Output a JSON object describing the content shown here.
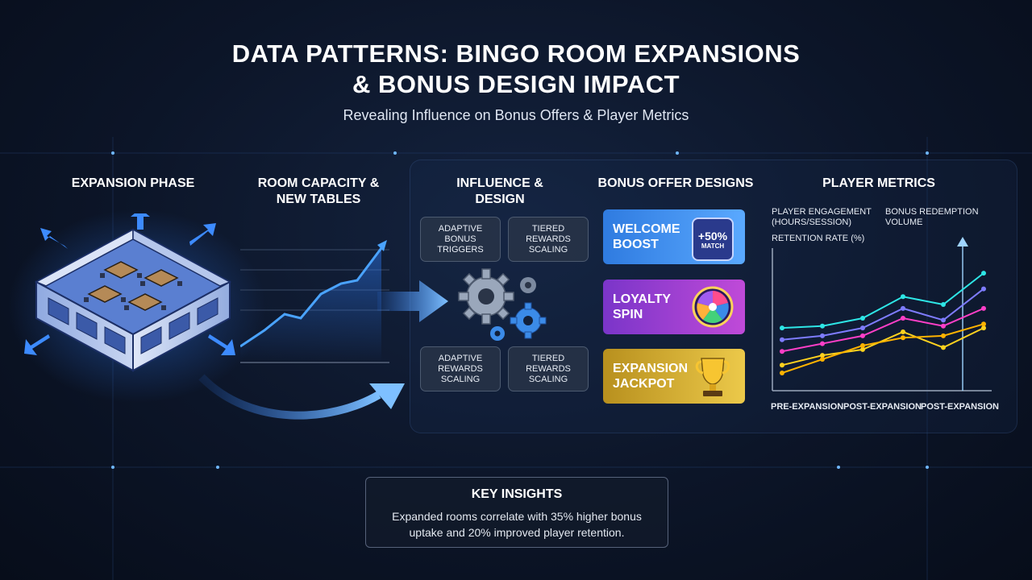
{
  "header": {
    "title_line1": "DATA PATTERNS: BINGO ROOM EXPANSIONS",
    "title_line2": "& BONUS DESIGN IMPACT",
    "subtitle": "Revealing Influence on Bonus Offers & Player Metrics"
  },
  "columns": {
    "expansion": "EXPANSION PHASE",
    "capacity_line1": "ROOM CAPACITY &",
    "capacity_line2": "NEW TABLES",
    "influence_line1": "INFLUENCE &",
    "influence_line2": "DESIGN",
    "bonus": "BONUS OFFER DESIGNS",
    "metrics": "PLAYER METRICS"
  },
  "influence_chips": [
    {
      "line1": "ADAPTIVE",
      "line2": "BONUS",
      "line3": "TRIGGERS"
    },
    {
      "line1": "TIERED",
      "line2": "REWARDS",
      "line3": "SCALING"
    },
    {
      "line1": "ADAPTIVE",
      "line2": "REWARDS",
      "line3": "SCALING"
    },
    {
      "line1": "TIERED",
      "line2": "REWARDS",
      "line3": "SCALING"
    }
  ],
  "bonus_cards": [
    {
      "line1": "WELCOME",
      "line2": "BOOST",
      "badge_value": "+50%",
      "badge_sub": "MATCH",
      "icon": "badge-icon",
      "color": "#2f7be0"
    },
    {
      "line1": "LOYALTY",
      "line2": "SPIN",
      "icon": "spin-wheel-icon",
      "color": "#8a3fd1"
    },
    {
      "line1": "EXPANSION",
      "line2": "JACKPOT",
      "icon": "trophy-icon",
      "color": "#c9a128"
    }
  ],
  "metrics": {
    "legend": {
      "engagement_line1": "PLAYER ENGAGEMENT",
      "engagement_line2": "(HOURS/SESSION)",
      "redemption_line1": "BONUS REDEMPTION",
      "redemption_line2": "VOLUME",
      "retention": "RETENTION RATE (%)"
    },
    "x_labels": [
      "PRE-EXPANSION",
      "POST-EXPANSION",
      "POST-EXPANSION"
    ]
  },
  "insights": {
    "heading": "KEY INSIGHTS",
    "body": "Expanded rooms correlate with 35% higher bonus uptake and 20% improved player retention."
  },
  "colors": {
    "accent": "#3fa2ff",
    "series": [
      "#2ee6e6",
      "#7e7cff",
      "#ff3fc8",
      "#ffd21f",
      "#ffb300"
    ]
  },
  "chart_data": {
    "type": "line",
    "x": [
      0,
      1,
      2,
      3,
      4,
      5
    ],
    "series": [
      {
        "values": [
          3.0,
          3.1,
          3.5,
          4.6,
          4.2,
          5.8
        ]
      },
      {
        "values": [
          2.4,
          2.6,
          3.0,
          4.0,
          3.4,
          5.0
        ]
      },
      {
        "values": [
          1.8,
          2.2,
          2.6,
          3.5,
          3.1,
          4.0
        ]
      },
      {
        "values": [
          1.1,
          1.6,
          1.9,
          2.8,
          2.0,
          3.0
        ]
      },
      {
        "values": [
          0.7,
          1.4,
          2.1,
          2.5,
          2.6,
          3.2
        ]
      }
    ],
    "ylim": [
      0,
      7
    ]
  }
}
